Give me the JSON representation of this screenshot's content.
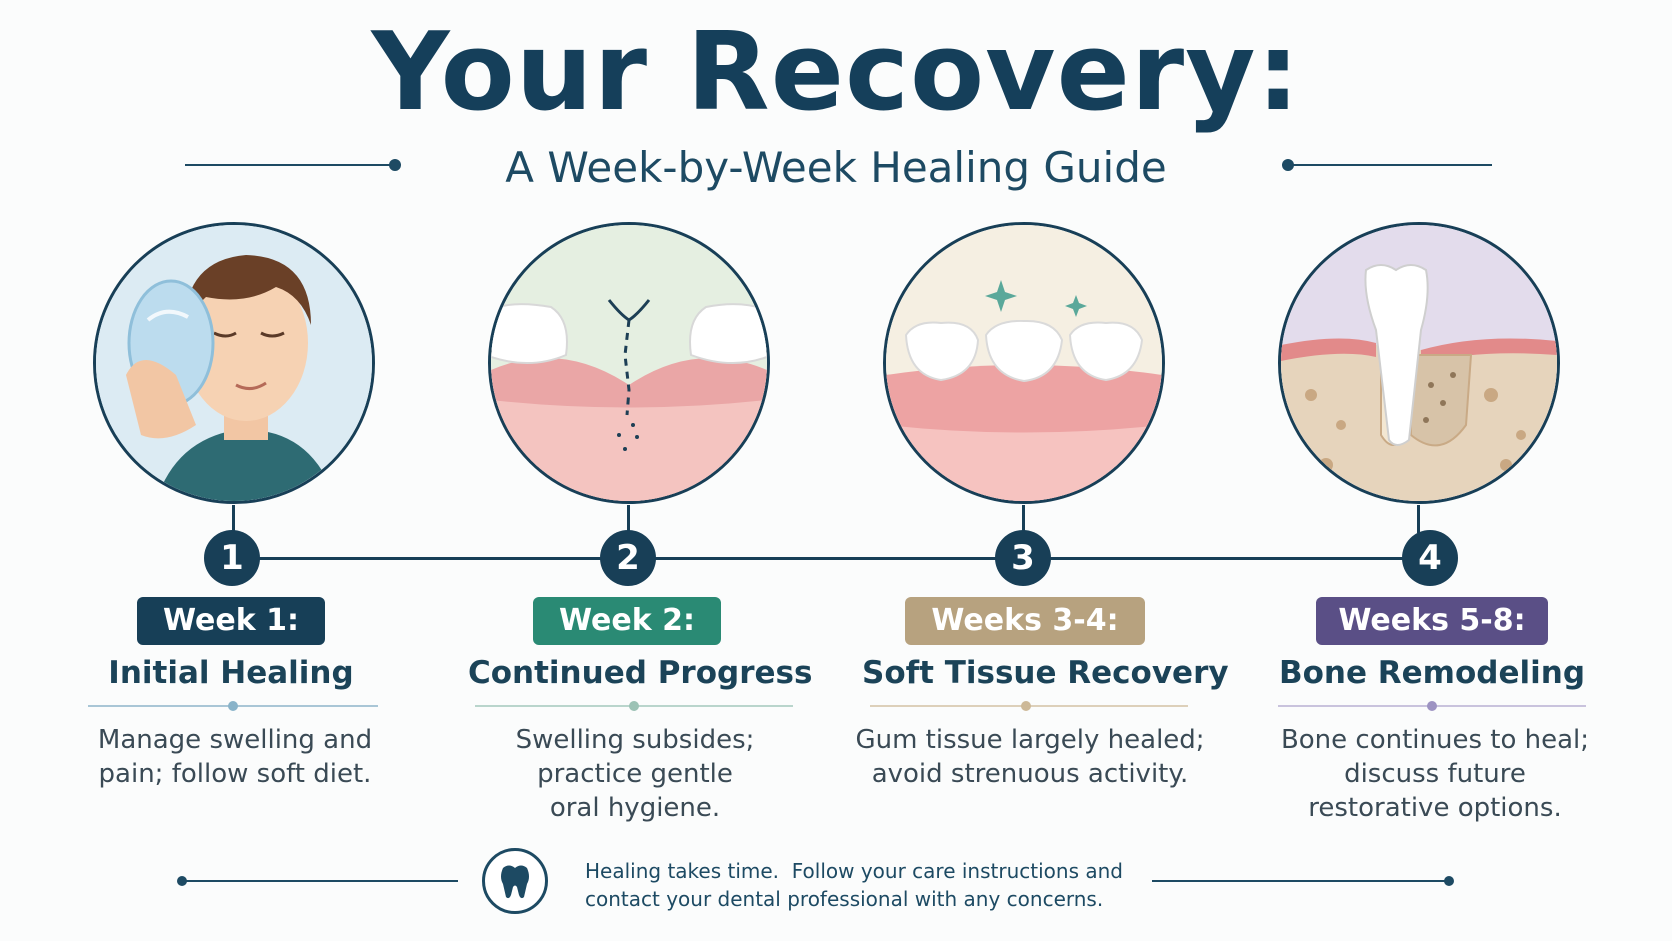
{
  "header": {
    "title": "Your Recovery:",
    "subtitle": "A Week-by-Week Healing Guide"
  },
  "stages": [
    {
      "number": "1",
      "badge": "Week 1:",
      "title": "Initial Healing",
      "description": [
        "Manage swelling and",
        "pain; follow soft diet."
      ],
      "color": "#173f57",
      "illustration": "ice-pack-face-icon"
    },
    {
      "number": "2",
      "badge": "Week 2:",
      "title": "Continued Progress",
      "description": [
        "Swelling subsides;",
        "practice gentle",
        "oral hygiene."
      ],
      "color": "#2a8a74",
      "illustration": "sutured-gum-icon"
    },
    {
      "number": "3",
      "badge": "Weeks 3-4:",
      "title": "Soft Tissue Recovery",
      "description": [
        "Gum tissue largely healed;",
        "avoid strenuous activity."
      ],
      "color": "#b7a27f",
      "illustration": "healed-gum-icon"
    },
    {
      "number": "4",
      "badge": "Weeks 5-8:",
      "title": "Bone Remodeling",
      "description": [
        "Bone continues to heal;",
        "discuss future",
        "restorative options."
      ],
      "color": "#5a4f86",
      "illustration": "bone-remodeling-icon"
    }
  ],
  "footer": {
    "icon": "tooth-icon",
    "line1": "Healing takes time.  Follow your care instructions and",
    "line2": "contact your dental professional with any concerns."
  }
}
